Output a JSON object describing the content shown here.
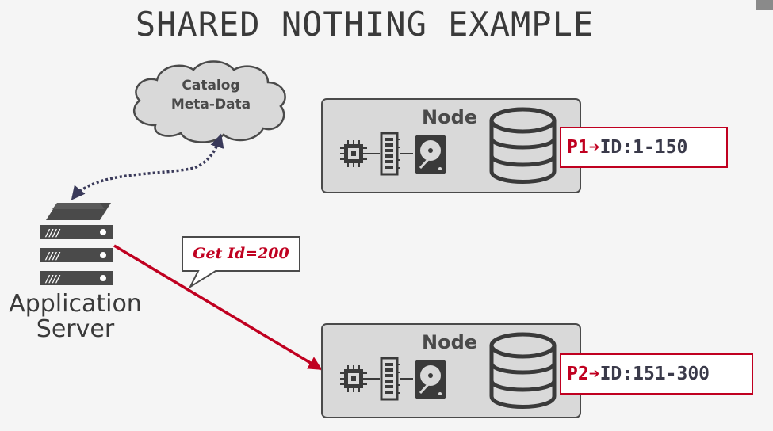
{
  "title": "SHARED NOTHING EXAMPLE",
  "catalog": {
    "line1": "Catalog",
    "line2": "Meta-Data"
  },
  "app_server": {
    "line1": "Application",
    "line2": "Server"
  },
  "request": {
    "label": "Get Id=200"
  },
  "nodes": [
    {
      "label": "Node",
      "partition": "P1",
      "range": "ID:1-150"
    },
    {
      "label": "Node",
      "partition": "P2",
      "range": "ID:151-300"
    }
  ],
  "arrow_glyph": "➔",
  "colors": {
    "accent": "#c00020",
    "dark": "#4a4a4a",
    "node_fill": "#d9d9d9",
    "background": "#f5f5f5",
    "dotted_link": "#3a3a5a"
  },
  "icons": [
    "cloud-icon",
    "server-rack-icon",
    "cpu-icon",
    "memory-icon",
    "hard-drive-icon",
    "database-icon",
    "speech-bubble-icon"
  ]
}
